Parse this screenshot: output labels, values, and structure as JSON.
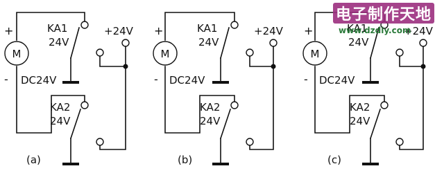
{
  "panels": [
    {
      "id": "a",
      "caption": "(a)",
      "motor_symbol": "M",
      "plus_sign": "+",
      "minus_sign": "-",
      "motor_rating": "DC24V",
      "supply_label": "+24V",
      "relay1": {
        "name": "KA1",
        "voltage": "24V"
      },
      "relay2": {
        "name": "KA2",
        "voltage": "24V"
      }
    },
    {
      "id": "b",
      "caption": "(b)",
      "motor_symbol": "M",
      "plus_sign": "+",
      "minus_sign": "-",
      "motor_rating": "DC24V",
      "supply_label": "+24V",
      "relay1": {
        "name": "KA1",
        "voltage": "24V"
      },
      "relay2": {
        "name": "KA2",
        "voltage": "24V"
      }
    },
    {
      "id": "c",
      "caption": "(c)",
      "motor_symbol": "M",
      "plus_sign": "+",
      "minus_sign": "-",
      "motor_rating": "DC24V",
      "supply_label": "+24V",
      "relay1": {
        "name": "KA1",
        "voltage": "24V"
      },
      "relay2": {
        "name": "KA2",
        "voltage": "24V"
      }
    }
  ],
  "watermark": {
    "title": "电子制作天地",
    "url": "www.dzdiy.com"
  }
}
